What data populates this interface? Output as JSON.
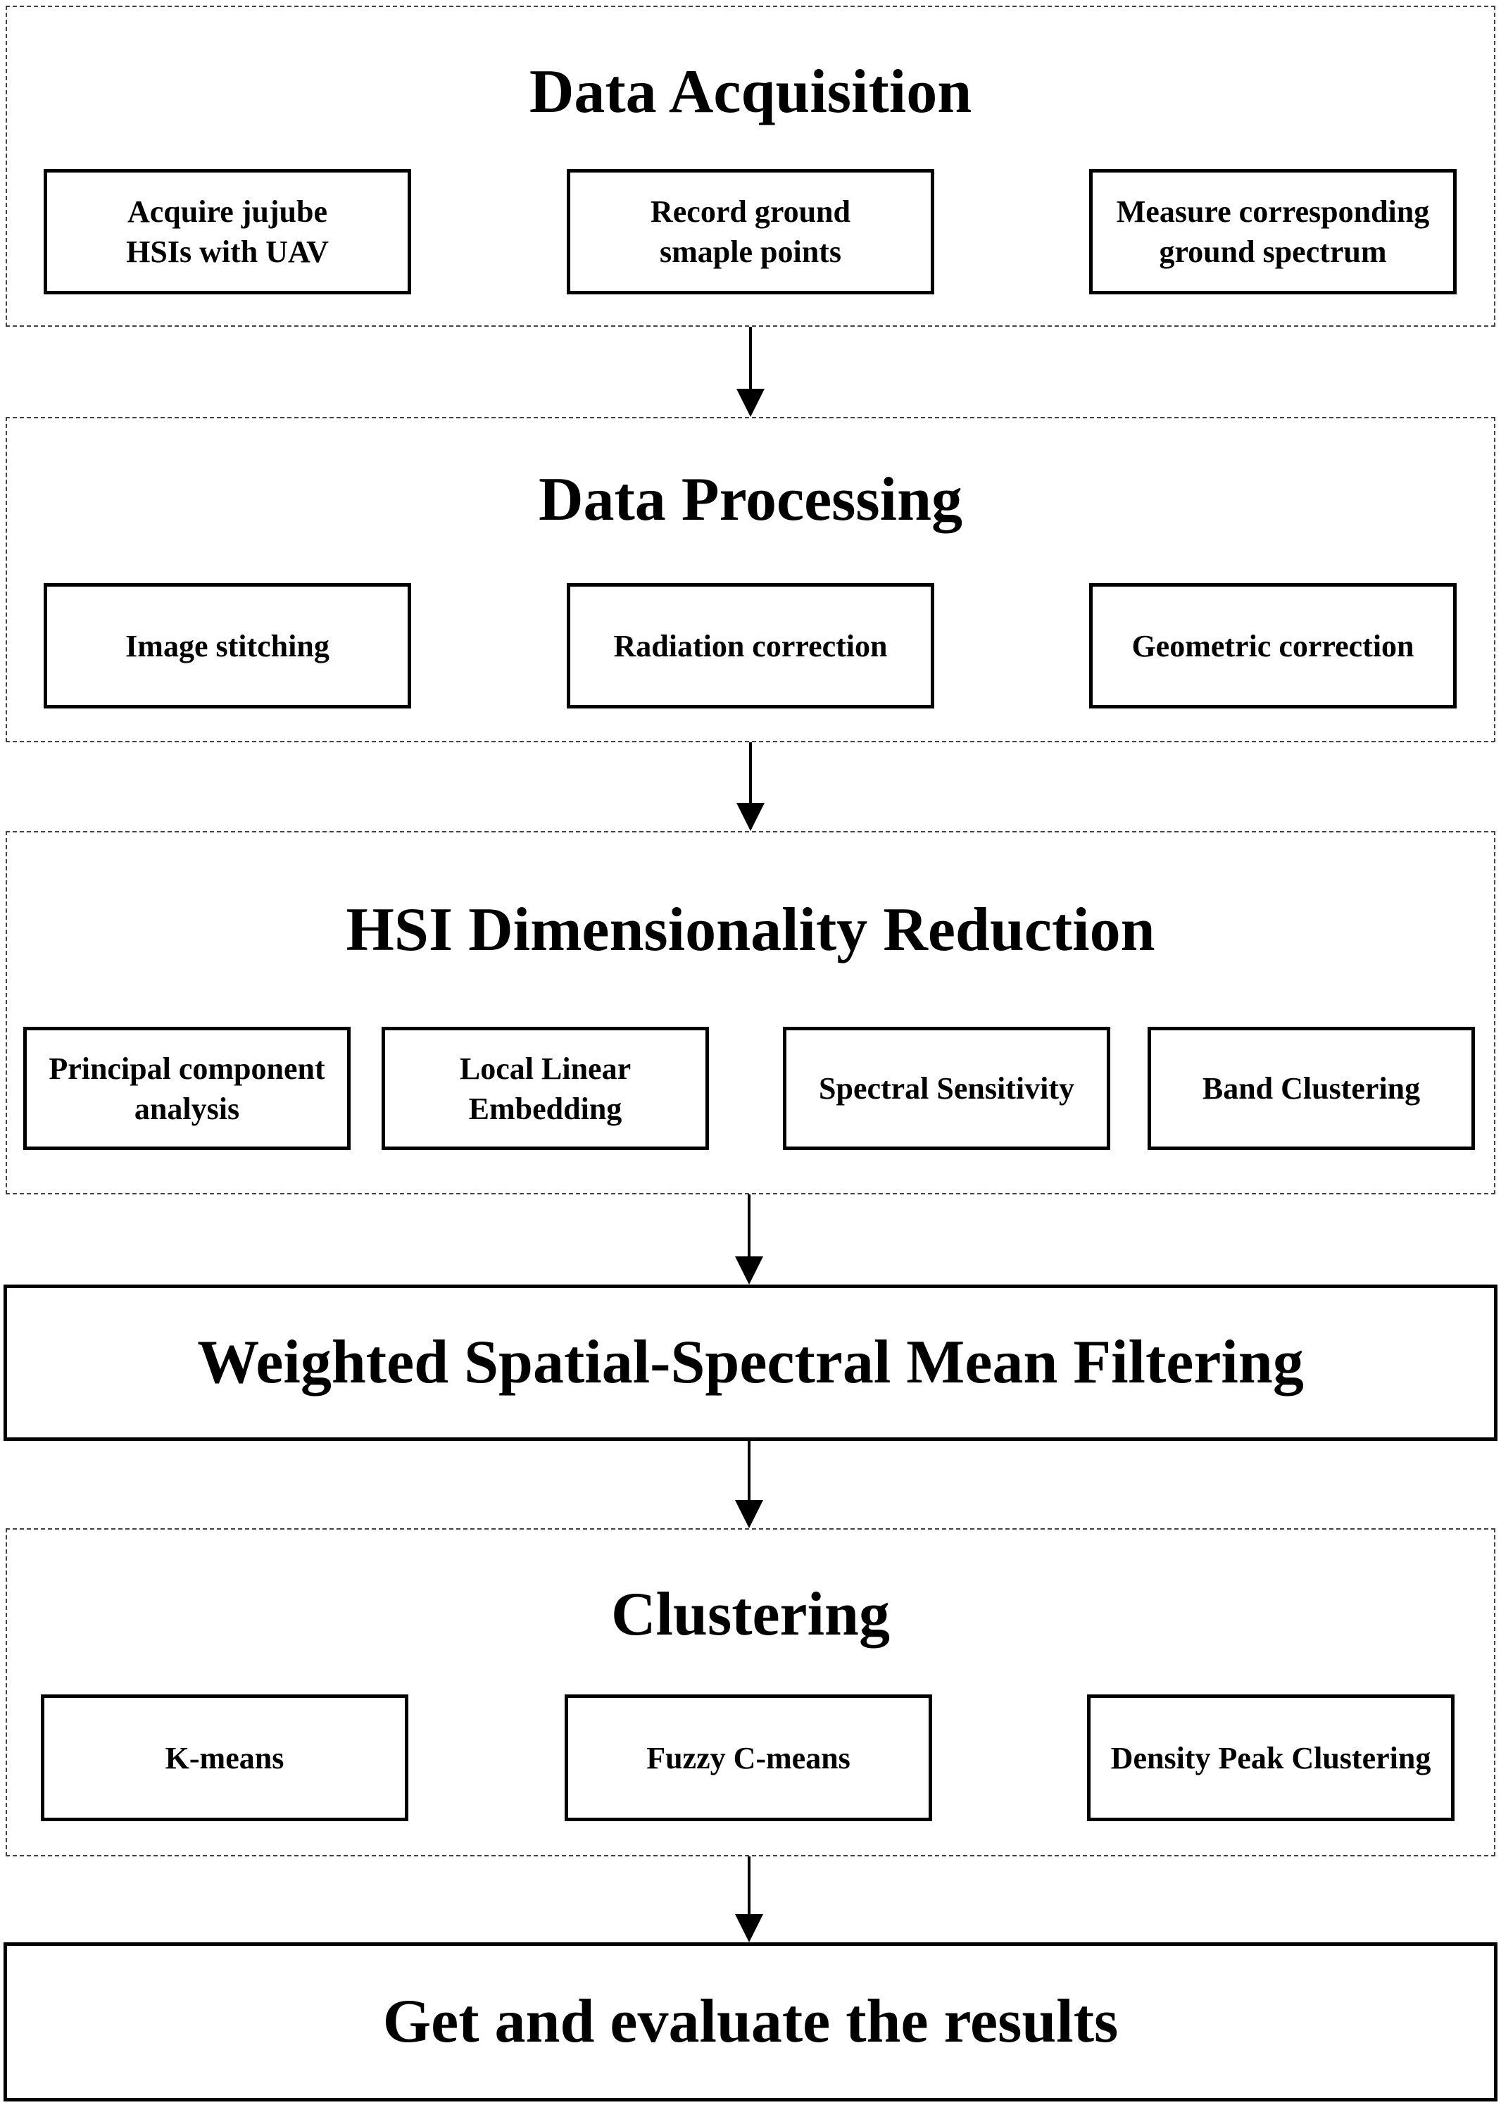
{
  "stages": {
    "acquisition": {
      "title": "Data Acquisition",
      "steps": [
        "Acquire jujube\nHSIs with UAV",
        "Record ground\nsmaple points",
        "Measure corresponding\nground spectrum"
      ]
    },
    "processing": {
      "title": "Data Processing",
      "steps": [
        "Image stitching",
        "Radiation correction",
        "Geometric correction"
      ]
    },
    "reduction": {
      "title": "HSI Dimensionality Reduction",
      "steps": [
        "Principal component\nanalysis",
        "Local Linear\nEmbedding",
        "Spectral Sensitivity",
        "Band Clustering"
      ]
    },
    "filtering": {
      "title": "Weighted Spatial-Spectral Mean Filtering"
    },
    "clustering": {
      "title": "Clustering",
      "steps": [
        "K-means",
        "Fuzzy C-means",
        "Density Peak Clustering"
      ]
    },
    "results": {
      "title": "Get and evaluate the results"
    }
  }
}
